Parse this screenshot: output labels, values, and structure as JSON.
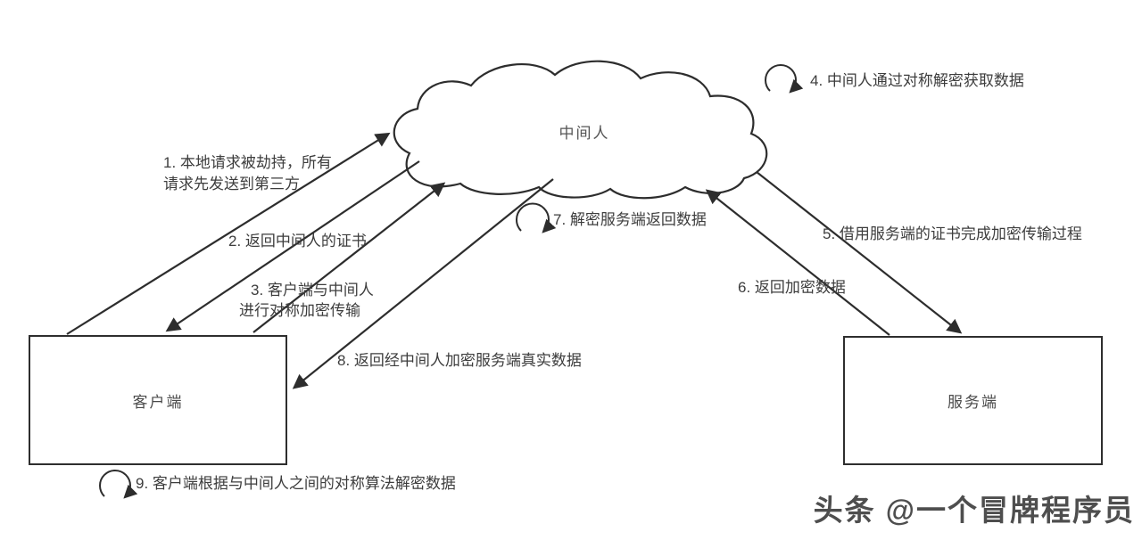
{
  "diagram": {
    "type": "flow-diagram",
    "topic": "HTTPS man-in-the-middle attack flow",
    "nodes": {
      "middleman": "中间人",
      "client": "客户端",
      "server": "服务端"
    },
    "labels": {
      "step1_line1": "1. 本地请求被劫持，所有",
      "step1_line2": "请求先发送到第三方",
      "step2": "2. 返回中间人的证书",
      "step3_line1": "3. 客户端与中间人",
      "step3_line2": "进行对称加密传输",
      "step4": "4. 中间人通过对称解密获取数据",
      "step5": "5. 借用服务端的证书完成加密传输过程",
      "step6": "6. 返回加密数据",
      "step7": "7. 解密服务端返回数据",
      "step8": "8. 返回经中间人加密服务端真实数据",
      "step9": "9. 客户端根据与中间人之间的对称算法解密数据"
    },
    "edges": [
      {
        "step": 1,
        "from": "client",
        "to": "middleman",
        "style": "straight-arrow"
      },
      {
        "step": 2,
        "from": "middleman",
        "to": "client",
        "style": "straight-arrow"
      },
      {
        "step": 3,
        "from": "client",
        "to": "middleman",
        "style": "straight-arrow"
      },
      {
        "step": 4,
        "from": "middleman",
        "to": "middleman",
        "style": "self-loop"
      },
      {
        "step": 5,
        "from": "middleman",
        "to": "server",
        "style": "straight-arrow"
      },
      {
        "step": 6,
        "from": "server",
        "to": "middleman",
        "style": "straight-arrow"
      },
      {
        "step": 7,
        "from": "middleman",
        "to": "middleman",
        "style": "self-loop"
      },
      {
        "step": 8,
        "from": "middleman",
        "to": "client",
        "style": "straight-arrow"
      },
      {
        "step": 9,
        "from": "client",
        "to": "client",
        "style": "self-loop"
      }
    ],
    "colors": {
      "line": "#2d2d2d",
      "label_text": "#3d3d3d",
      "node_border": "#2e2e2e",
      "background": "#ffffff",
      "watermark_text": "#4e4e4e"
    }
  },
  "watermark": {
    "text": "头条 @一个冒牌程序员"
  }
}
